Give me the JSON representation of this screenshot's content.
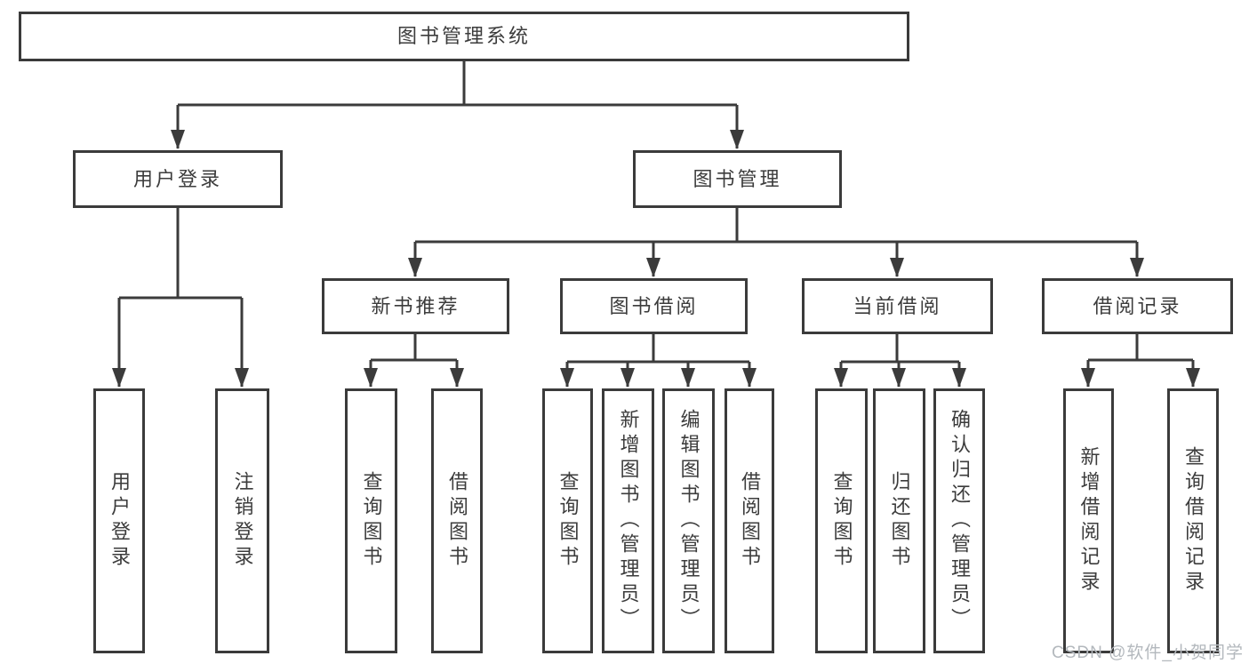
{
  "diagram": {
    "root": {
      "label": "图书管理系统",
      "children": [
        {
          "label": "用户登录",
          "children": [
            {
              "label": "用户登录"
            },
            {
              "label": "注销登录"
            }
          ]
        },
        {
          "label": "图书管理",
          "children": [
            {
              "label": "新书推荐",
              "children": [
                {
                  "label": "查询图书"
                },
                {
                  "label": "借阅图书"
                }
              ]
            },
            {
              "label": "图书借阅",
              "children": [
                {
                  "label": "查询图书"
                },
                {
                  "label": "新增图书（管理员）"
                },
                {
                  "label": "编辑图书（管理员）"
                },
                {
                  "label": "借阅图书"
                }
              ]
            },
            {
              "label": "当前借阅",
              "children": [
                {
                  "label": "查询图书"
                },
                {
                  "label": "归还图书"
                },
                {
                  "label": "确认归还（管理员）"
                }
              ]
            },
            {
              "label": "借阅记录",
              "children": [
                {
                  "label": "新增借阅记录"
                },
                {
                  "label": "查询借阅记录"
                }
              ]
            }
          ]
        }
      ]
    },
    "watermark": "CSDN @软件_小贺同学",
    "colors": {
      "line": "#3b3b3b",
      "box_border": "#3b3b3b",
      "text": "#3c3c3c",
      "watermark": "#b3b8bd",
      "background": "#ffffff"
    }
  }
}
